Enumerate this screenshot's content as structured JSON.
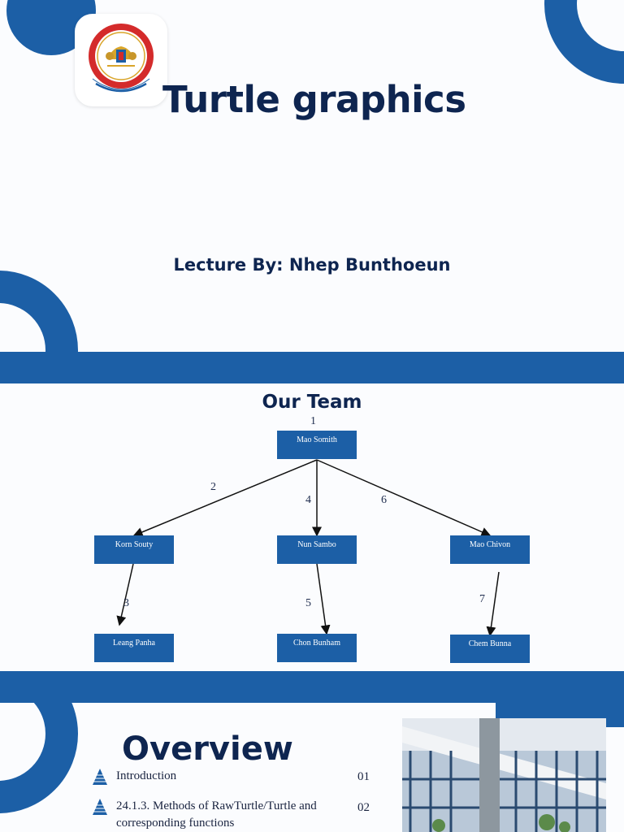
{
  "slide1": {
    "title": "Turtle graphics",
    "lecture": "Lecture By: Nhep Bunthoeun",
    "logo": {
      "alt": "University seal",
      "arc_text": "ភ្នំពេញអន្តរជាតិសាកលវិទ្យាល័យ PHNOM PENH INTERNATIONAL UNIVERSITY",
      "bottom_text": "ប្រាជ្ញា វិន័យ សុចរិតភាព"
    }
  },
  "slide2": {
    "title": "Our Team",
    "nodes": {
      "root": "Mao Somith",
      "left": "Korn Souty",
      "mid": "Nun Sambo",
      "right": "Mao Chivon",
      "left_child": "Leang Panha",
      "mid_child": "Chon Bunham",
      "right_child": "Chem Bunna"
    },
    "edge_labels": [
      "1",
      "2",
      "3",
      "4",
      "5",
      "6",
      "7"
    ]
  },
  "slide3": {
    "title": "Overview",
    "items": [
      {
        "text": "Introduction",
        "num": "01"
      },
      {
        "text": "24.1.3. Methods of RawTurtle/Turtle and corresponding functions",
        "num": "02"
      }
    ]
  },
  "colors": {
    "accent": "#1c5fa6",
    "heading": "#0e2550",
    "background": "#fbfcfe"
  }
}
